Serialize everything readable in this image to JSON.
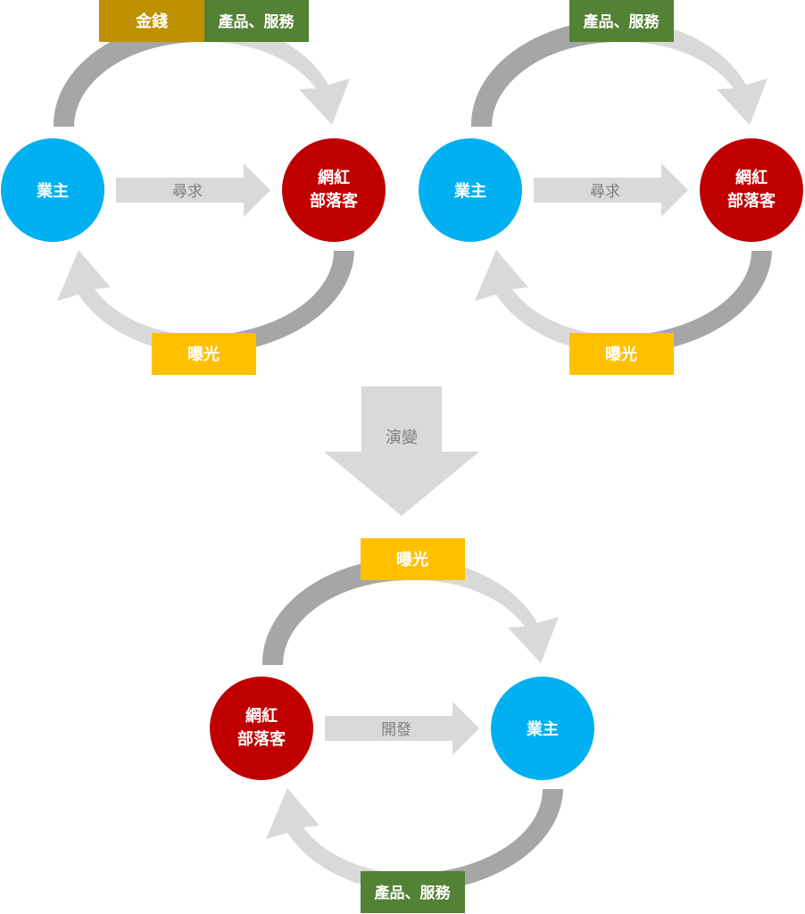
{
  "diagrams": [
    {
      "left_node": "業主",
      "right_node_line1": "網紅",
      "right_node_line2": "部落客",
      "middle_arrow": "尋求",
      "top_labels": [
        "金錢",
        "產品、服務"
      ],
      "bottom_label": "曝光"
    },
    {
      "left_node": "業主",
      "right_node_line1": "網紅",
      "right_node_line2": "部落客",
      "middle_arrow": "尋求",
      "top_labels": [
        "產品、服務"
      ],
      "bottom_label": "曝光"
    },
    {
      "left_node_line1": "網紅",
      "left_node_line2": "部落客",
      "right_node": "業主",
      "middle_arrow": "開發",
      "top_labels": [
        "曝光"
      ],
      "bottom_label": "產品、服務"
    }
  ],
  "transition_label": "演變",
  "colors": {
    "blue_node": "#00b0f0",
    "red_node": "#c00000",
    "gold_box": "#bf9000",
    "green_box": "#548235",
    "yellow_box": "#ffc000",
    "arc_dark": "#a6a6a6",
    "arc_light": "#d9d9d9",
    "arrow_gray": "#d9d9d9"
  }
}
